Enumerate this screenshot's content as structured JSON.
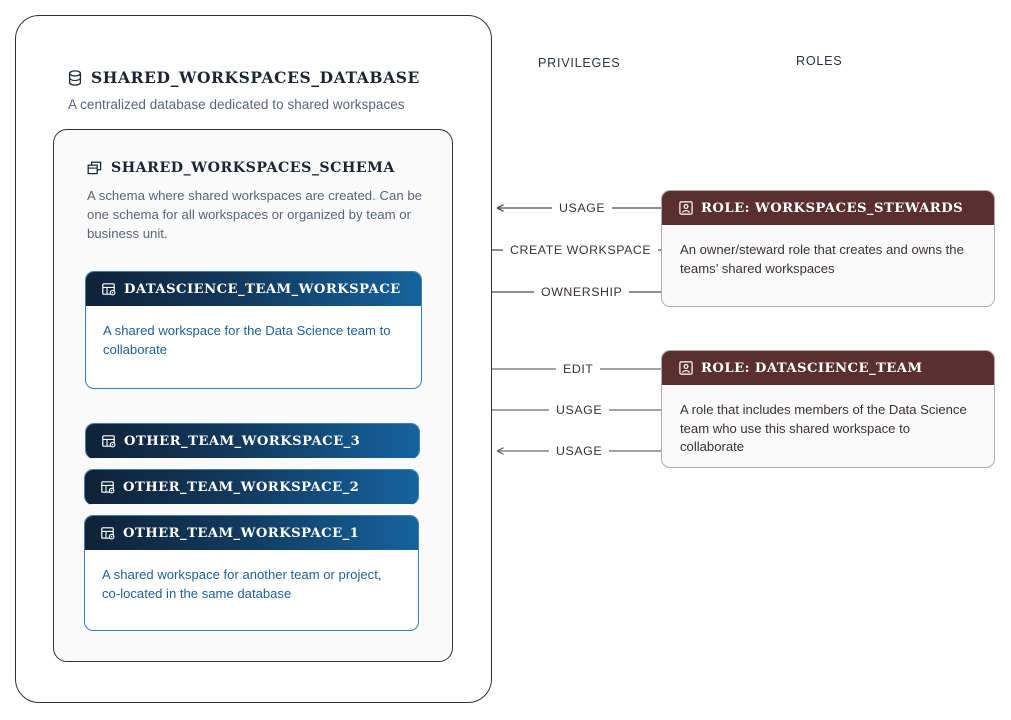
{
  "database": {
    "icon": "database-cylinder-icon",
    "title": "SHARED_WORKSPACES_DATABASE",
    "description": "A centralized database dedicated to shared workspaces"
  },
  "schema": {
    "icon": "schema-stacked-panels-icon",
    "title": "SHARED_WORKSPACES_SCHEMA",
    "description": "A schema where shared workspaces are created. Can be one schema for all workspaces or organized by team or business unit."
  },
  "workspaces": [
    {
      "icon": "workspace-grid-icon",
      "title": "DATASCIENCE_TEAM_WORKSPACE",
      "description": "A shared workspace for the Data Science team to collaborate"
    },
    {
      "icon": "workspace-grid-icon",
      "title": "OTHER_TEAM_WORKSPACE_3",
      "description": ""
    },
    {
      "icon": "workspace-grid-icon",
      "title": "OTHER_TEAM_WORKSPACE_2",
      "description": ""
    },
    {
      "icon": "workspace-grid-icon",
      "title": "OTHER_TEAM_WORKSPACE_1",
      "description": "A shared workspace for another team or project, co-located in the same database"
    }
  ],
  "columns": {
    "privileges": "PRIVILEGES",
    "roles": "ROLES"
  },
  "roles": [
    {
      "icon": "role-user-badge-icon",
      "title": "ROLE:  WORKSPACES_STEWARDS",
      "description": "An owner/steward role that creates and owns the teams’ shared workspaces"
    },
    {
      "icon": "role-user-badge-icon",
      "title": "ROLE:  DATASCIENCE_TEAM",
      "description": "A role that includes members of the Data Science team who use this shared workspace to collaborate"
    }
  ],
  "connectors": [
    {
      "label": "USAGE",
      "from": "role-workspaces-stewards",
      "to": "schema"
    },
    {
      "label": "CREATE WORKSPACE",
      "from": "role-workspaces-stewards",
      "to": "database"
    },
    {
      "label": "OWNERSHIP",
      "from": "role-workspaces-stewards",
      "to": "datascience-team-workspace"
    },
    {
      "label": "EDIT",
      "from": "role-datascience-team",
      "to": "datascience-team-workspace"
    },
    {
      "label": "USAGE",
      "from": "role-datascience-team",
      "to": "database"
    },
    {
      "label": "USAGE",
      "from": "role-datascience-team",
      "to": "schema"
    }
  ],
  "colors": {
    "workspace_header_start": "#0f2238",
    "workspace_header_end": "#14639e",
    "role_header": "#59302f",
    "outline": "#2b3245",
    "body_text": "#5b6478",
    "workspace_text": "#1f6196"
  }
}
